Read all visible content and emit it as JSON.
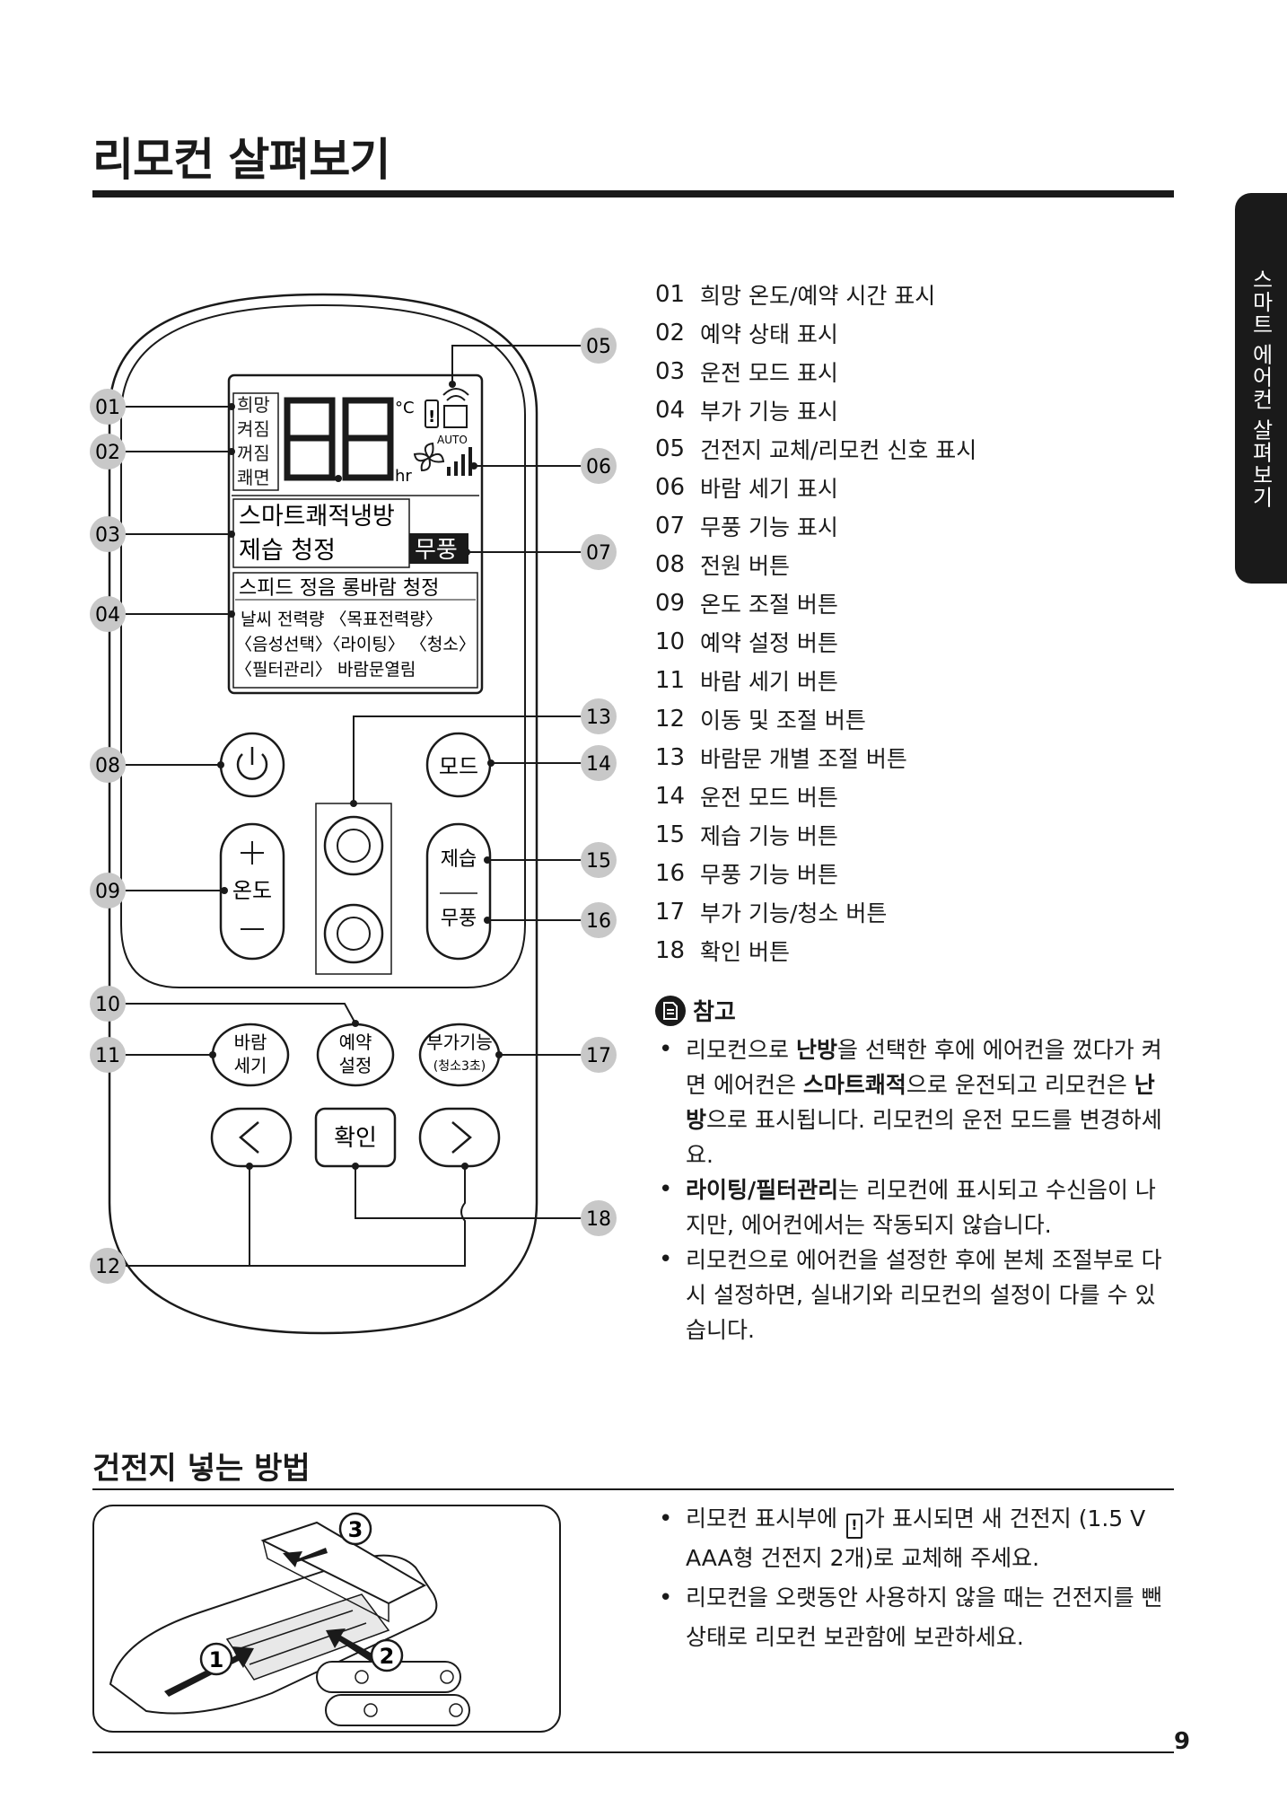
{
  "page_title": "리모컨 살펴보기",
  "side_tab": "스마트 에어컨 살펴보기",
  "page_number": "9",
  "callouts": [
    "01",
    "02",
    "03",
    "04",
    "05",
    "06",
    "07",
    "08",
    "09",
    "10",
    "11",
    "12",
    "13",
    "14",
    "15",
    "16",
    "17",
    "18"
  ],
  "remote": {
    "lcd": {
      "status_labels": [
        "희망",
        "켜짐",
        "꺼짐",
        "쾌면"
      ],
      "digits": "88",
      "unit_c": "°C",
      "unit_hr": "hr",
      "auto": "AUTO",
      "mode_line1": "스마트쾌적냉방",
      "mode_line2": "제습 청정",
      "windfree": "무풍",
      "func_line1": "스피드 정음 롱바람 청정",
      "func_line2": "날씨  전력량 〈목표전력량〉",
      "func_line3": "〈음성선택〉〈라이팅〉 〈청소〉",
      "func_line4": "〈필터관리〉 바람문열림"
    },
    "buttons": {
      "mode": "모드",
      "temp": "온도",
      "dehumid": "제습",
      "windfree": "무풍",
      "wind_l1": "바람",
      "wind_l2": "세기",
      "reserve_l1": "예약",
      "reserve_l2": "설정",
      "extra_l1": "부가기능",
      "extra_l2": "(청소3초)",
      "confirm": "확인"
    }
  },
  "legend": [
    {
      "num": "01",
      "text": "희망 온도/예약 시간 표시"
    },
    {
      "num": "02",
      "text": "예약 상태 표시"
    },
    {
      "num": "03",
      "text": "운전 모드 표시"
    },
    {
      "num": "04",
      "text": "부가 기능 표시"
    },
    {
      "num": "05",
      "text": "건전지 교체/리모컨 신호 표시"
    },
    {
      "num": "06",
      "text": "바람 세기 표시"
    },
    {
      "num": "07",
      "text": "무풍 기능 표시"
    },
    {
      "num": "08",
      "text": "전원 버튼"
    },
    {
      "num": "09",
      "text": "온도 조절 버튼"
    },
    {
      "num": "10",
      "text": "예약 설정 버튼"
    },
    {
      "num": "11",
      "text": "바람 세기 버튼"
    },
    {
      "num": "12",
      "text": "이동 및 조절 버튼"
    },
    {
      "num": "13",
      "text": "바람문 개별 조절 버튼"
    },
    {
      "num": "14",
      "text": "운전 모드 버튼"
    },
    {
      "num": "15",
      "text": "제습 기능 버튼"
    },
    {
      "num": "16",
      "text": "무풍 기능 버튼"
    },
    {
      "num": "17",
      "text": "부가 기능/청소 버튼"
    },
    {
      "num": "18",
      "text": "확인 버튼"
    }
  ],
  "note": {
    "title": "참고",
    "b1_p1": "리모컨으로 ",
    "b1_b1": "난방",
    "b1_p2": "을 선택한 후에 에어컨을 껐다가 켜면 에어컨은 ",
    "b1_b2": "스마트쾌적",
    "b1_p3": "으로 운전되고 리모컨은 ",
    "b1_b3": "난방",
    "b1_p4": "으로 표시됩니다. 리모컨의 운전 모드를 변경하세요.",
    "b2_b1": "라이팅/필터관리",
    "b2_p1": "는 리모컨에 표시되고 수신음이 나지만, 에어컨에서는 작동되지 않습니다.",
    "b3": "리모컨으로 에어컨을 설정한 후에 본체 조절부로 다시 설정하면, 실내기와 리모컨의 설정이 다를 수 있습니다."
  },
  "battery": {
    "title": "건전지 넣는 방법",
    "b1_p1": "리모컨 표시부에 ",
    "b1_icon": "!",
    "b1_p2": "가 표시되면 새 건전지 (1.5 V AAA형 건전지 2개)로 교체해 주세요.",
    "b2": "리모컨을 오랫동안 사용하지 않을 때는 건전지를 뺀 상태로 리모컨 보관함에 보관하세요.",
    "steps": [
      "1",
      "2",
      "3"
    ]
  }
}
